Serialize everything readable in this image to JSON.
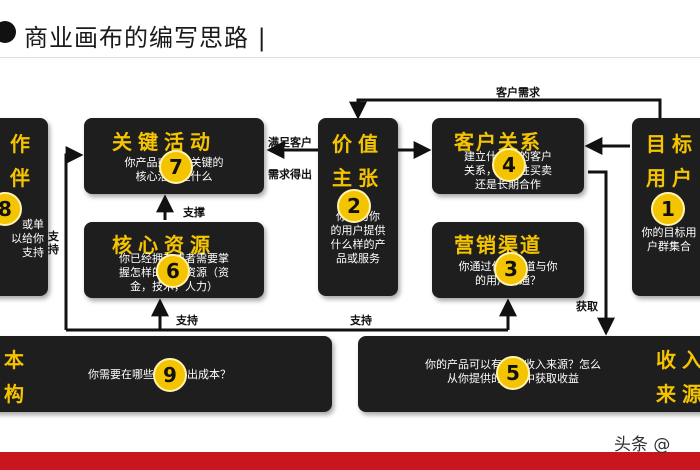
{
  "title": "商业画布的编写思路 |",
  "watermark": "头条 @",
  "blocks": {
    "partners": {
      "head1": "作",
      "head2": "伴",
      "number": "8",
      "desc": "或单\n以给你\n支持"
    },
    "activities": {
      "head": "关键活动",
      "number": "7",
      "desc": "你产品或服务关键的\n核心活动是什么"
    },
    "resources": {
      "head": "核心资源",
      "number": "6",
      "desc": "你已经拥有或者需要掌\n握怎样的核心资源（资\n金，技术，人力）"
    },
    "value": {
      "head1": "价值",
      "head2": "主张",
      "number": "2",
      "desc": "你能为你\n的用户提供\n什么样的产\n品或服务"
    },
    "relationships": {
      "head": "客户关系",
      "number": "4",
      "desc": "建立什么样的客户\n关系，一次性买卖\n还是长期合作"
    },
    "channels": {
      "head": "营销渠道",
      "number": "3",
      "desc": "你通过什么渠道与你\n的用户沟通？"
    },
    "segments": {
      "head1": "目标",
      "head2": "用户",
      "number": "1",
      "desc": "你的目标用\n户群集合"
    },
    "cost": {
      "head1": "本",
      "head2": "构",
      "number": "9",
      "desc": "你需要在哪些方面付出成本？"
    },
    "revenue": {
      "head1": "收入",
      "head2": "来源",
      "number": "5",
      "desc": "你的产品可以有哪些收入来源？怎么\n从你提供的价值中获取收益"
    }
  },
  "labels": {
    "customer_needs": "客户需求",
    "satisfy_customer": "满足客户",
    "needs_met": "需求得出",
    "support_a": "支撑",
    "support_b": "支持",
    "support_c": "支持",
    "support_d": "支持",
    "acquire": "获取"
  }
}
